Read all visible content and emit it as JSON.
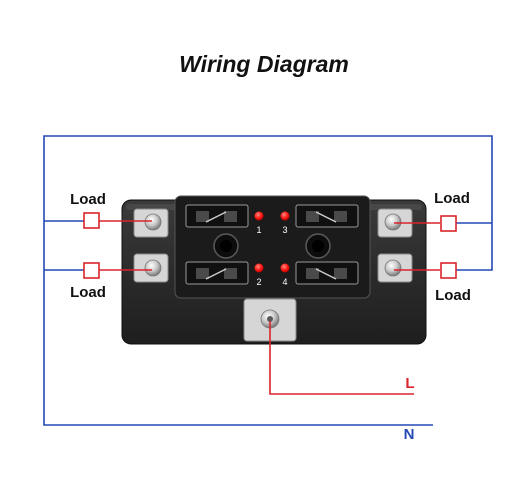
{
  "title": "Wiring Diagram",
  "load_label": "Load",
  "line_label": "L",
  "neutral_label": "N",
  "fuse_numbers": [
    "1",
    "3",
    "2",
    "4"
  ],
  "colors": {
    "neutral_wire": "#2448b4",
    "live_wire": "#d9252b",
    "housing": "#2a2a2a",
    "housing_edge": "#0f0f0f",
    "terminal_plate": "#d6d6d6",
    "indicator_led": "#ff1a14",
    "title_text": "#111111"
  }
}
